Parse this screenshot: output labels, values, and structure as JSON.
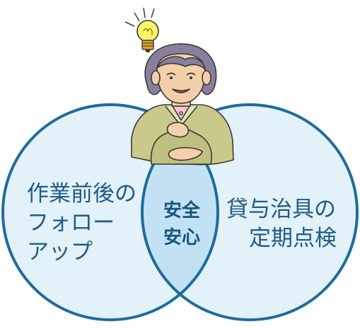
{
  "left_circle": {
    "lines": [
      "作業前後の",
      "フォロー",
      "アップ"
    ]
  },
  "right_circle": {
    "lines": [
      "貸与治具の",
      "定期点検"
    ]
  },
  "overlap": {
    "lines": [
      "安全",
      "安心"
    ]
  },
  "colors": {
    "circle_fill": "#e3f1f9",
    "circle_stroke": "#1e6c9c",
    "overlap_fill": "#bfe0f3",
    "text": "#1f5c88"
  },
  "icons": [
    "lightbulb-icon",
    "elderly-woman-illustration"
  ]
}
